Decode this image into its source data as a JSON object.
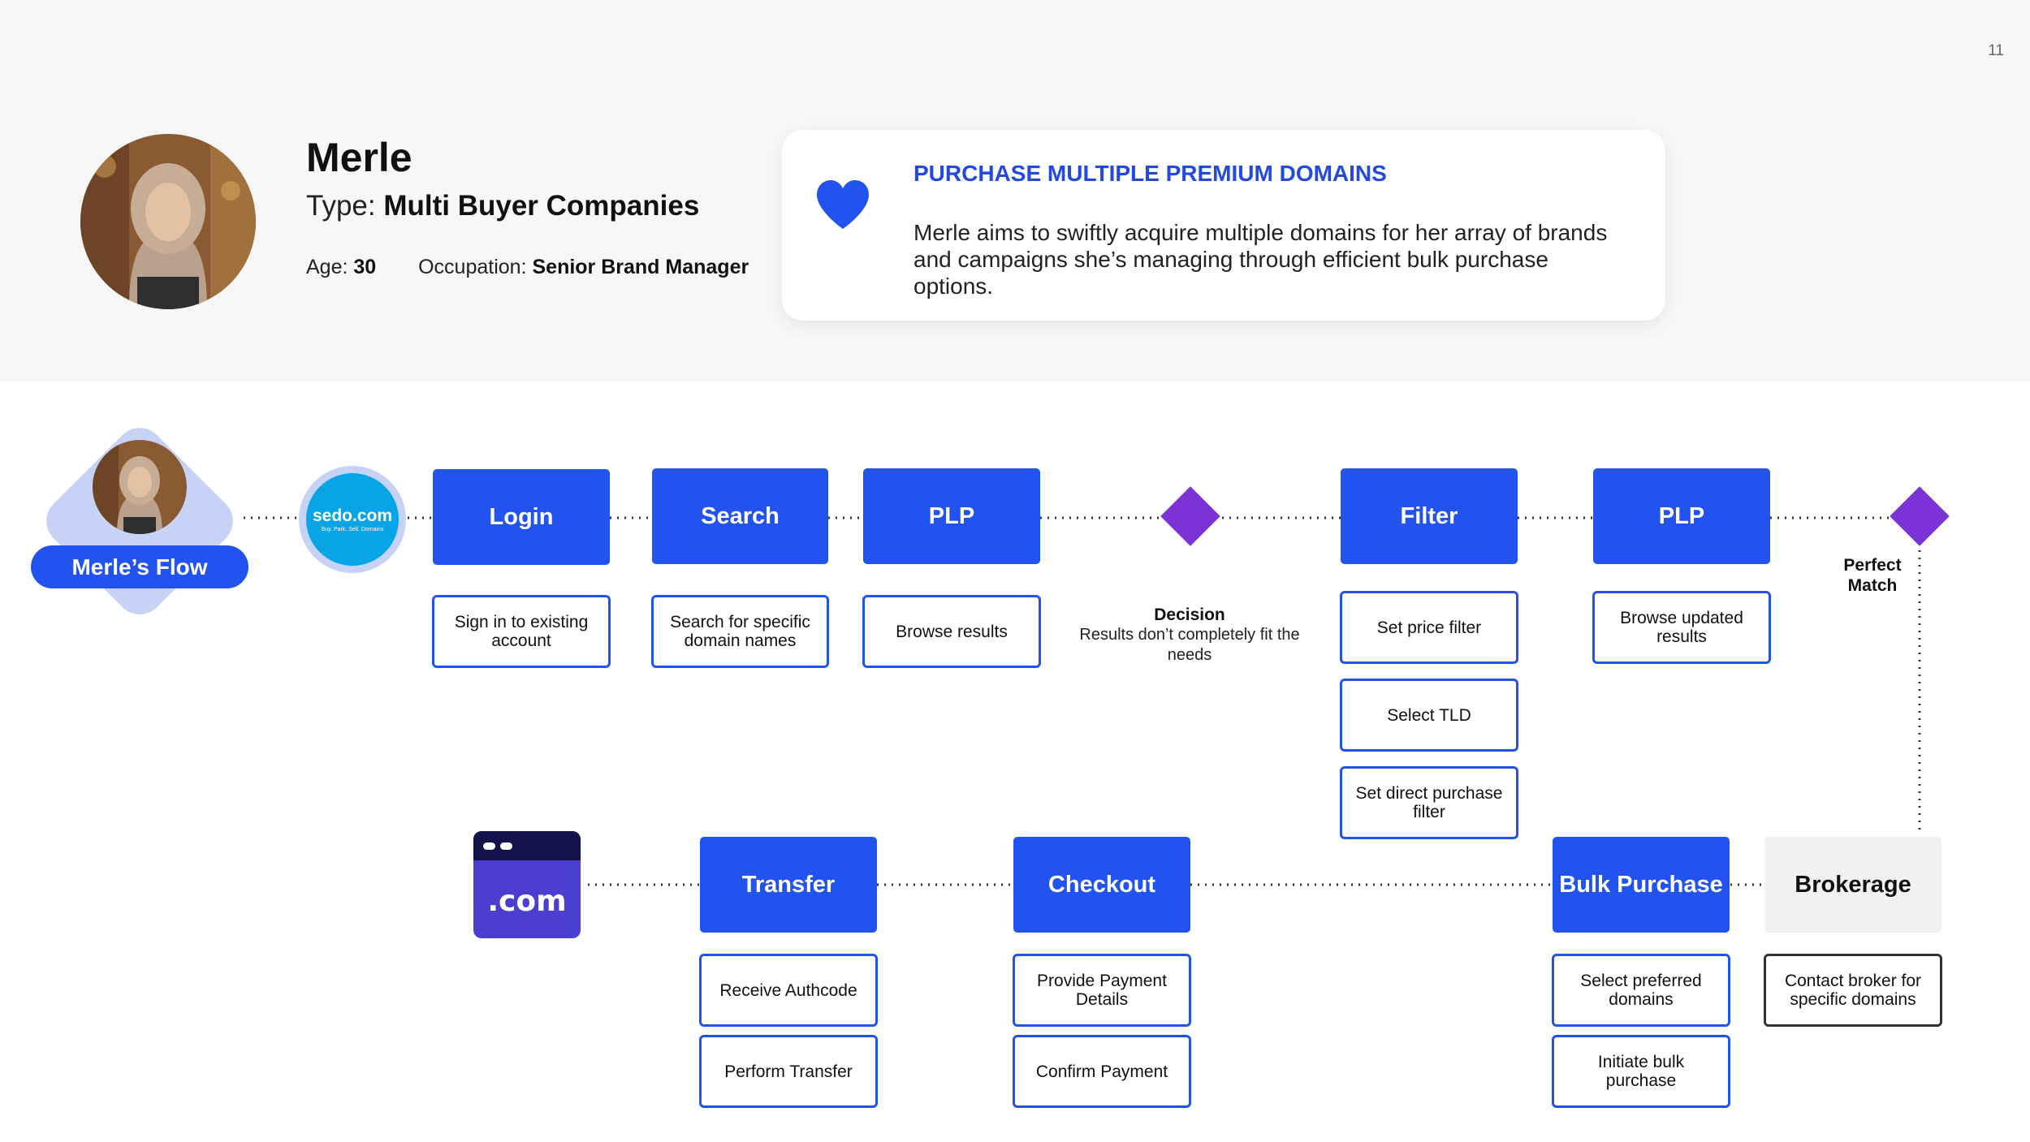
{
  "page_number": "11",
  "persona": {
    "name": "Merle",
    "type_label": "Type:",
    "type_value": "Multi Buyer Companies",
    "age_label": "Age:",
    "age_value": "30",
    "occupation_label": "Occupation:",
    "occupation_value": "Senior Brand Manager"
  },
  "goal": {
    "title": "PURCHASE MULTIPLE PREMIUM DOMAINS",
    "text": "Merle aims to swiftly acquire multiple domains for her array of brands and campaigns she’s managing through efficient bulk purchase options."
  },
  "flow": {
    "label": "Merle’s Flow",
    "sedo_logo": "sedo.com",
    "sedo_tagline": "Buy. Park. Sell. Domains",
    "com_icon_text": ".com",
    "steps": {
      "login": {
        "label": "Login",
        "subs": [
          "Sign in to existing account"
        ]
      },
      "search": {
        "label": "Search",
        "subs": [
          "Search for specific domain names"
        ]
      },
      "plp1": {
        "label": "PLP",
        "subs": [
          "Browse results"
        ]
      },
      "filter": {
        "label": "Filter",
        "subs": [
          "Set price filter",
          "Select TLD",
          "Set direct purchase filter"
        ]
      },
      "plp2": {
        "label": "PLP",
        "subs": [
          "Browse updated results"
        ]
      },
      "transfer": {
        "label": "Transfer",
        "subs": [
          "Receive Authcode",
          "Perform Transfer"
        ]
      },
      "checkout": {
        "label": "Checkout",
        "subs": [
          "Provide Payment Details",
          "Confirm Payment"
        ]
      },
      "bulk": {
        "label": "Bulk Purchase",
        "subs": [
          "Select preferred domains",
          "Initiate bulk purchase"
        ]
      },
      "brokerage": {
        "label": "Brokerage",
        "subs": [
          "Contact broker for specific domains"
        ]
      }
    },
    "decision": {
      "title": "Decision",
      "text": "Results don’t completely fit the needs"
    },
    "perfect_match": "Perfect Match"
  },
  "colors": {
    "primary_blue": "#2353ee",
    "goal_title_blue": "#2349e0",
    "decision_purple": "#7b33d8",
    "flow_light_blue": "#c6d3f6",
    "sedo_cyan": "#07a4e6",
    "com_icon_navy": "#14124a",
    "com_icon_indigo": "#4b3fcf"
  }
}
